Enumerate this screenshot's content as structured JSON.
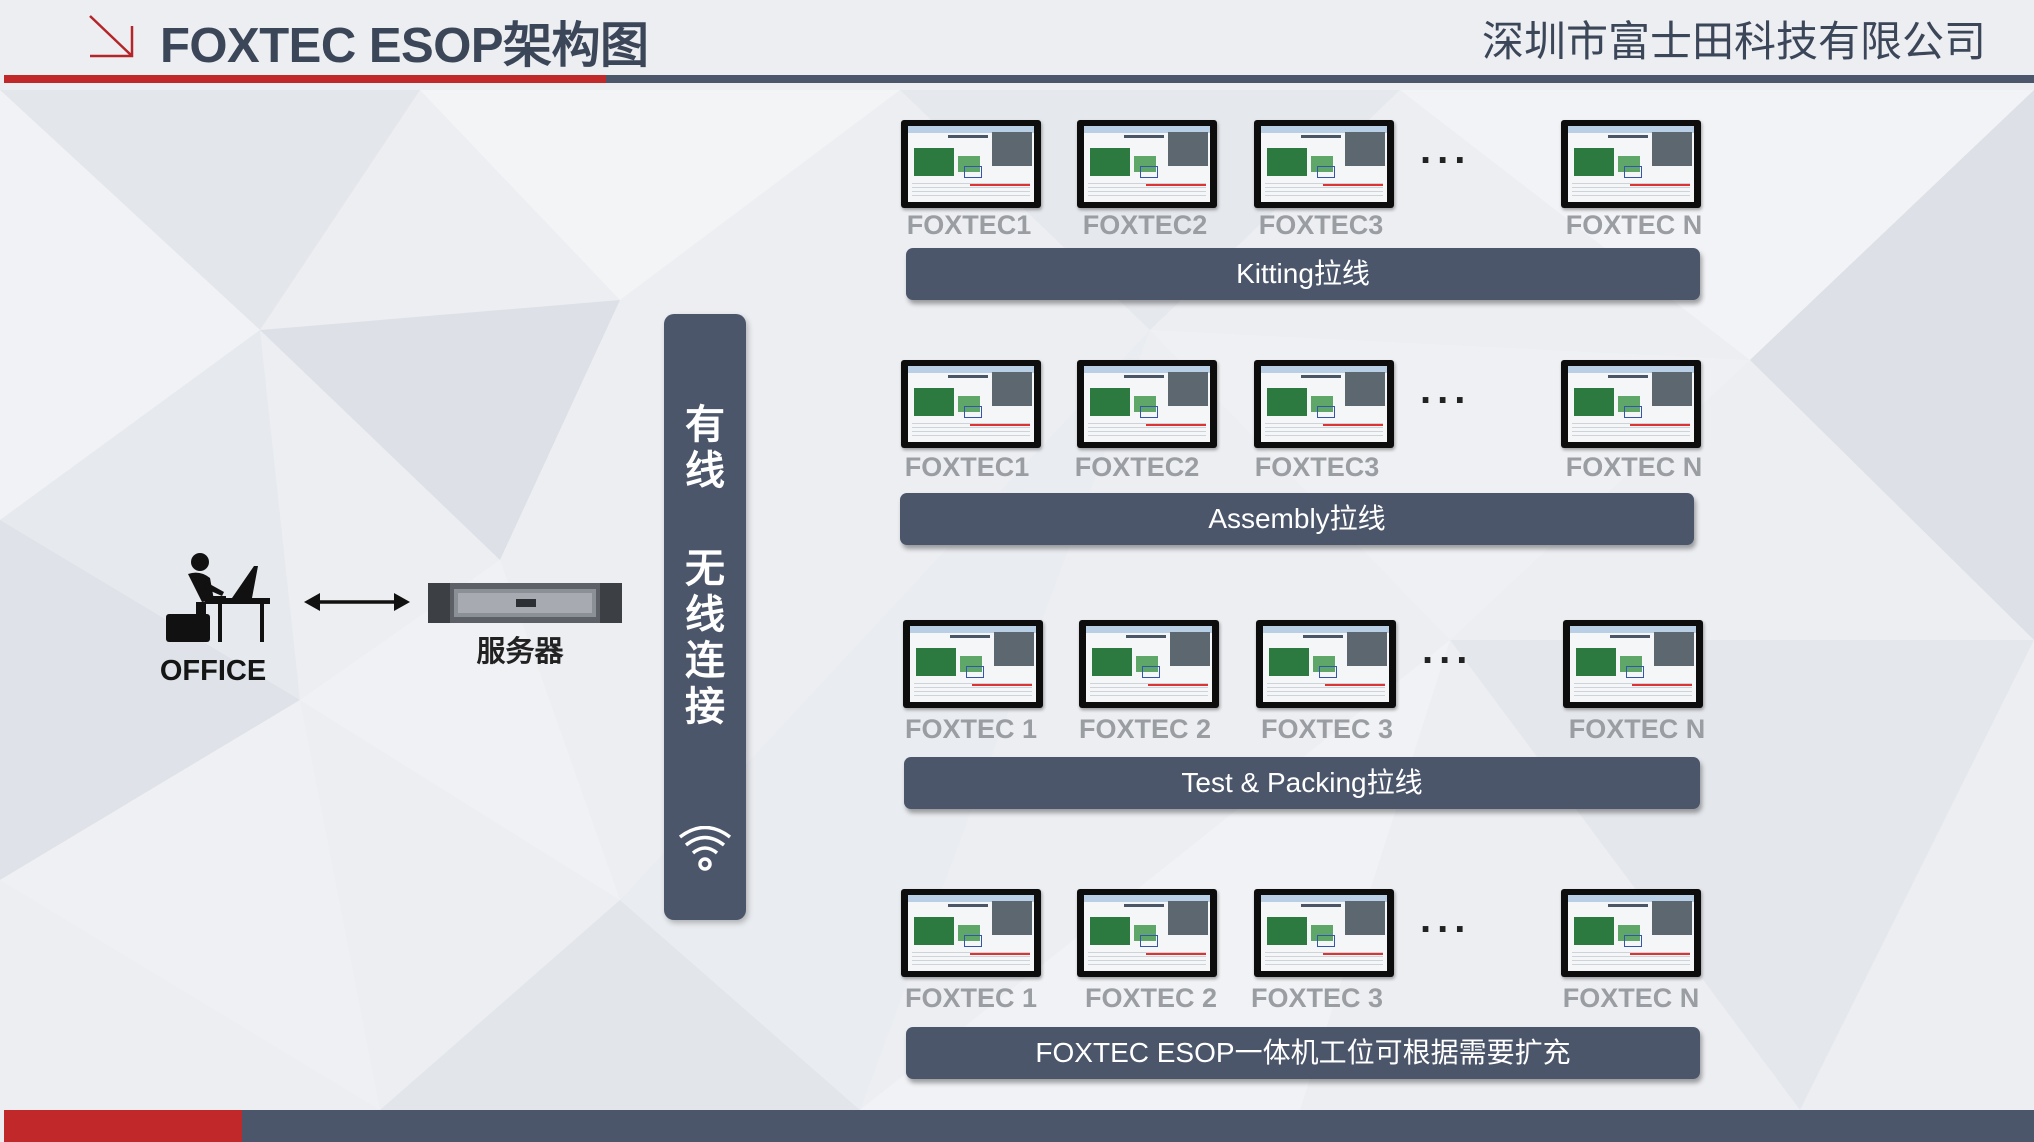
{
  "header": {
    "title": "FOXTEC ESOP架构图",
    "company": "深圳市富士田科技有限公司"
  },
  "office": {
    "label": "OFFICE"
  },
  "server": {
    "label": "服务器"
  },
  "connection": {
    "wired": "有线",
    "wireless": "无线连接"
  },
  "lines": [
    {
      "terminals": [
        "FOXTEC1",
        "FOXTEC2",
        "FOXTEC3",
        "FOXTEC N"
      ],
      "label": "Kitting拉线"
    },
    {
      "terminals": [
        "FOXTEC1",
        "FOXTEC2",
        "FOXTEC3",
        "FOXTEC N"
      ],
      "label": "Assembly拉线"
    },
    {
      "terminals": [
        "FOXTEC 1",
        "FOXTEC 2",
        "FOXTEC 3",
        "FOXTEC N"
      ],
      "label": "Test & Packing拉线"
    },
    {
      "terminals": [
        "FOXTEC 1",
        "FOXTEC 2",
        "FOXTEC 3",
        "FOXTEC N"
      ],
      "label": "FOXTEC ESOP一体机工位可根据需要扩充"
    }
  ],
  "ellipsis": "...",
  "colors": {
    "accent_red": "#c0282a",
    "bar_slate": "#4b566b",
    "title_text": "#3b4658"
  }
}
